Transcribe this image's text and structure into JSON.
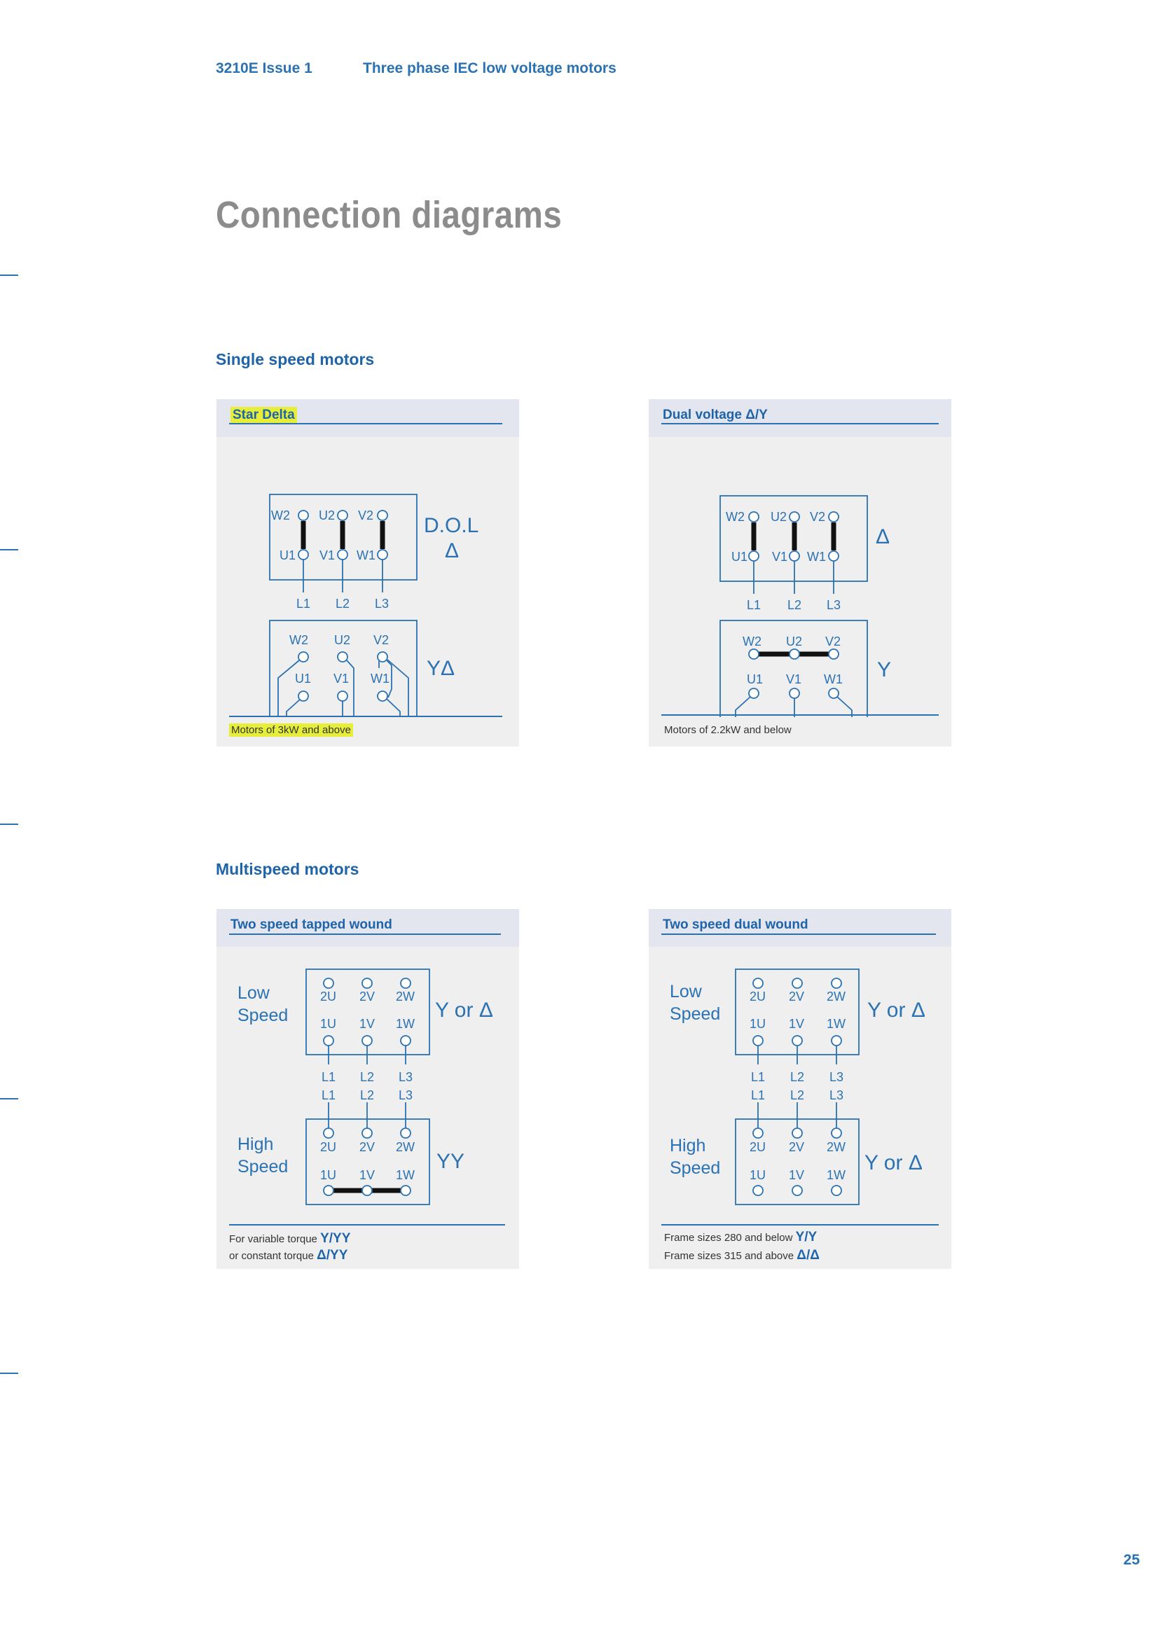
{
  "header": {
    "code": "3210E  Issue 1",
    "title": "Three phase IEC low voltage motors"
  },
  "page_title": "Connection diagrams",
  "sections": {
    "single": "Single speed motors",
    "multi": "Multispeed motors"
  },
  "panels": {
    "star_delta": {
      "title": "Star Delta",
      "footer": "Motors of 3kW and above",
      "dol_label": "D.O.L",
      "delta_symbol": "Δ",
      "star_delta_label": "YΔ",
      "top_terminals": [
        "W2",
        "U2",
        "V2"
      ],
      "bottom_terminals": [
        "U1",
        "V1",
        "W1"
      ],
      "lines": [
        "L1",
        "L2",
        "L3"
      ]
    },
    "dual_voltage": {
      "title": "Dual voltage Δ/Y",
      "footer": "Motors of 2.2kW and below",
      "delta_symbol": "Δ",
      "star_symbol": "Y",
      "top_terminals": [
        "W2",
        "U2",
        "V2"
      ],
      "bottom_terminals": [
        "U1",
        "V1",
        "W1"
      ],
      "lines": [
        "L1",
        "L2",
        "L3"
      ]
    },
    "tapped": {
      "title": "Two speed tapped wound",
      "low": "Low",
      "high": "High",
      "speed": "Speed",
      "low_label": "Y or Δ",
      "high_label": "YY",
      "top_terminals": [
        "2U",
        "2V",
        "2W"
      ],
      "bottom_terminals": [
        "1U",
        "1V",
        "1W"
      ],
      "lines": [
        "L1",
        "L2",
        "L3"
      ],
      "footer1_text": "For variable torque",
      "footer1_sym": "Y/YY",
      "footer2_text": "or constant torque",
      "footer2_sym": "Δ/YY"
    },
    "dual_wound": {
      "title": "Two speed dual wound",
      "low": "Low",
      "high": "High",
      "speed": "Speed",
      "low_label": "Y or Δ",
      "high_label": "Y or Δ",
      "top_terminals": [
        "2U",
        "2V",
        "2W"
      ],
      "bottom_terminals": [
        "1U",
        "1V",
        "1W"
      ],
      "lines": [
        "L1",
        "L2",
        "L3"
      ],
      "footer1_text": "Frame sizes 280 and below",
      "footer1_sym": "Y/Y",
      "footer2_text": "Frame sizes 315 and above",
      "footer2_sym": "Δ/Δ"
    }
  },
  "page_number": "25"
}
